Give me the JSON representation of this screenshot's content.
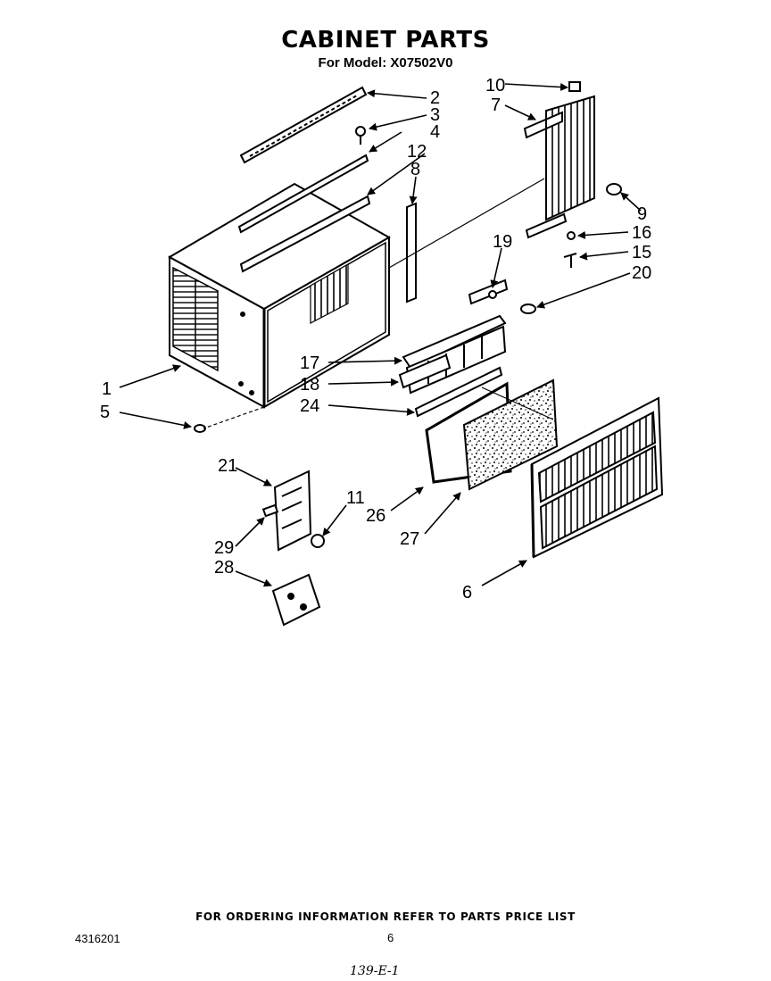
{
  "header": {
    "title": "CABINET PARTS",
    "subtitle": "For Model: X07502V0"
  },
  "callouts": [
    "1",
    "2",
    "3",
    "4",
    "5",
    "6",
    "7",
    "8",
    "9",
    "10",
    "11",
    "12",
    "15",
    "16",
    "17",
    "18",
    "19",
    "20",
    "21",
    "24",
    "26",
    "27",
    "28",
    "29"
  ],
  "footer": {
    "note": "FOR ORDERING INFORMATION REFER TO PARTS PRICE LIST",
    "document_number": "4316201",
    "page_number": "6",
    "handwritten_code": "139-E-1"
  }
}
